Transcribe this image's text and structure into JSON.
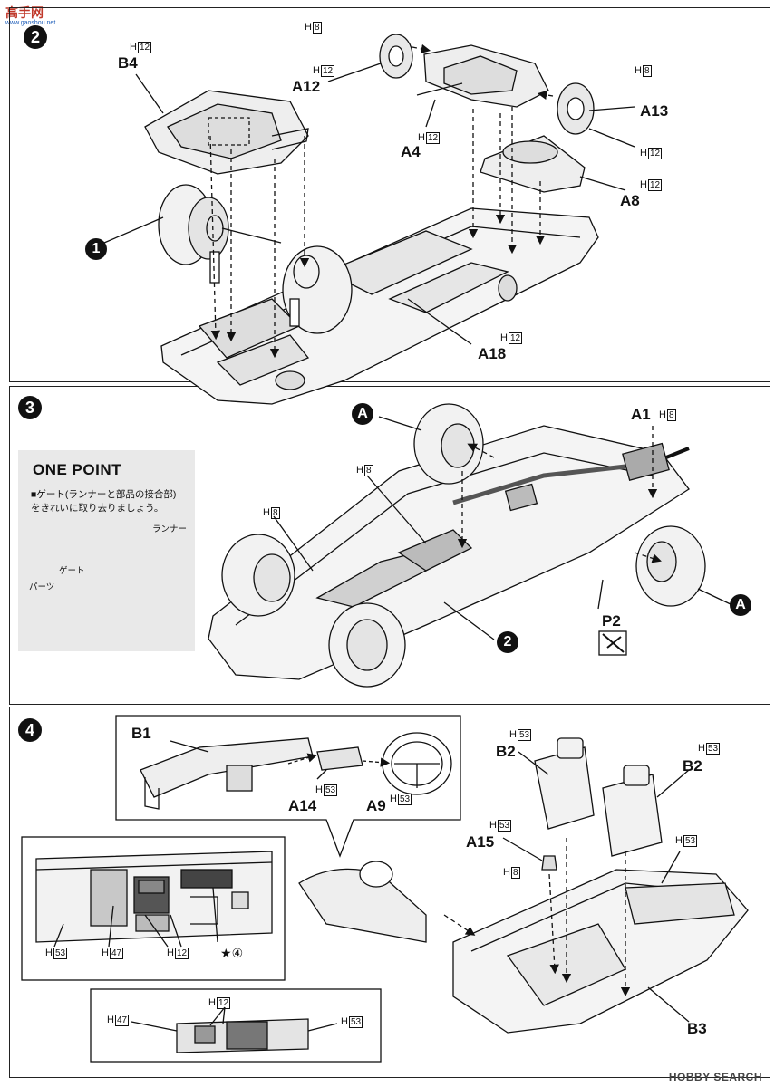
{
  "logo": {
    "text": "高手网",
    "sub": "www.gaoshou.net"
  },
  "step2": {
    "number": "2",
    "parts": {
      "B4": "B4",
      "A12": "A12",
      "A4": "A4",
      "A13": "A13",
      "A8": "A8",
      "A18": "A18",
      "wheel": "1"
    },
    "paint_prefix": "H",
    "paint": {
      "h8": "8",
      "h12": "12"
    }
  },
  "step3": {
    "number": "3",
    "one_point": {
      "title": "ONE POINT",
      "text1": "■ゲート(ランナーと部品の接合部)",
      "text2": "をきれいに取り去りましょう。",
      "runner": "ランナー",
      "gate": "ゲート",
      "parts": "パーツ"
    },
    "parts": {
      "A": "A",
      "A1": "A1",
      "P2": "P2",
      "assembly": "2"
    }
  },
  "step4": {
    "number": "4",
    "parts": {
      "B1": "B1",
      "A14": "A14",
      "A9": "A9",
      "B2": "B2",
      "A15": "A15",
      "B3": "B3"
    },
    "paint": {
      "h53": "53",
      "h47": "47",
      "h12": "12",
      "h8": "8"
    },
    "star_ref": "④"
  },
  "watermark": "HOBBY SEARCH"
}
